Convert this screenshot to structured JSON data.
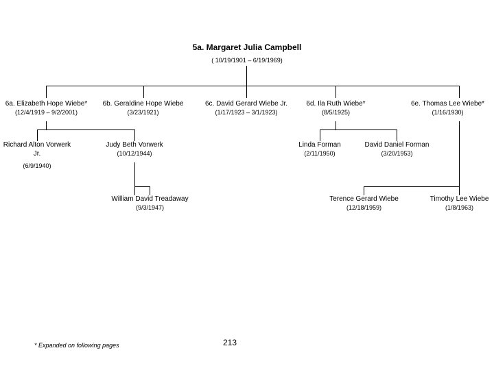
{
  "page": {
    "number": "213",
    "footnote": "* Expanded on following pages"
  },
  "tree": {
    "root": {
      "name": "5a. Margaret Julia Campbell",
      "dates": "( 10/19/1901 – 6/19/1969)"
    },
    "generation6": [
      {
        "name": "6a. Elizabeth Hope Wiebe*",
        "dates": "(12/4/1919 – 9/2/2001)"
      },
      {
        "name": "6b. Geraldine Hope Wiebe",
        "dates": "(3/23/1921)"
      },
      {
        "name": "6c. David Gerard Wiebe Jr.",
        "dates": "(1/17/1923 – 3/1/1923)"
      },
      {
        "name": "6d. Ila Ruth Wiebe*",
        "dates": "(8/5/1925)"
      },
      {
        "name": "6e. Thomas Lee Wiebe*",
        "dates": "(1/16/1930)"
      }
    ],
    "generation7": [
      {
        "name": "Richard Alton Vorwerk Jr.",
        "dates": "(6/9/1940)"
      },
      {
        "name": "Judy Beth Vorwerk",
        "dates": "(10/12/1944)"
      },
      {
        "name": "Linda Forman",
        "dates": "(2/11/1950)"
      },
      {
        "name": "David Daniel Forman",
        "dates": "(3/20/1953)"
      }
    ],
    "generation8": [
      {
        "name": "William David Treadaway",
        "dates": "(9/3/1947)"
      },
      {
        "name": "Terence Gerard Wiebe",
        "dates": "(12/18/1959)"
      },
      {
        "name": "Timothy Lee Wiebe",
        "dates": "(1/8/1963)"
      }
    ]
  }
}
